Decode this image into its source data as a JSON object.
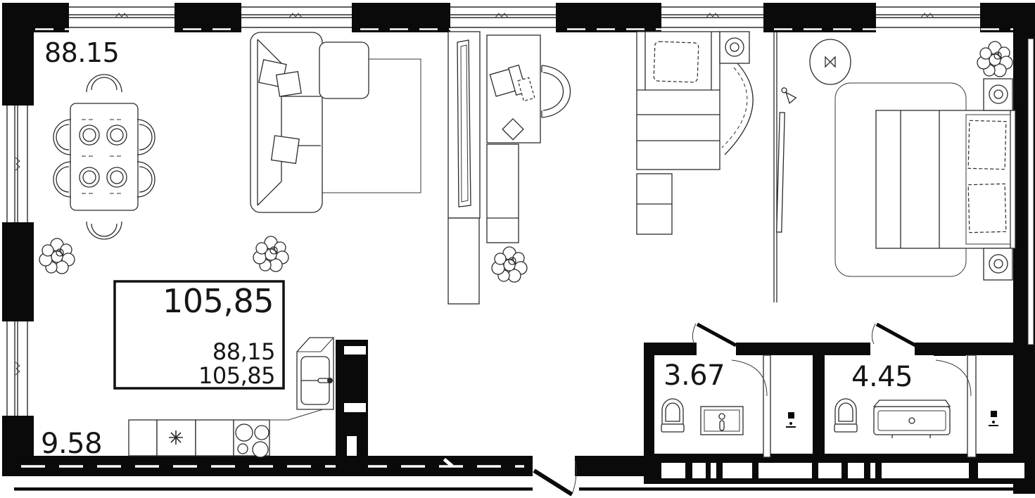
{
  "plan": {
    "summary_box": {
      "total_area": "105,85",
      "detail_line_1": "88,15",
      "detail_line_2": "105,85"
    },
    "rooms": {
      "living_dining": "88.15",
      "kitchen": "9.58",
      "bathroom_1": "3.67",
      "bathroom_2": "4.45"
    },
    "colors": {
      "wall": "#0a0a0a",
      "line": "#2b2b2b",
      "background": "#ffffff"
    }
  }
}
